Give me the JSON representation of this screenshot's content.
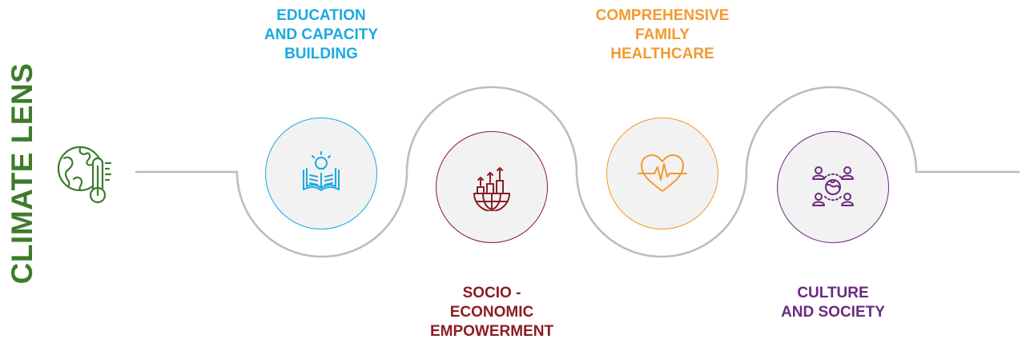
{
  "title": "CLIMATE LENS",
  "colors": {
    "title": "#3e7b2b",
    "track": "#bdbdbd",
    "education": "#1ba9e1",
    "socio": "#8b1d24",
    "health": "#f29a2e",
    "culture": "#6b2a7e"
  },
  "steps": [
    {
      "label": "EDUCATION\nAND CAPACITY\nBUILDING",
      "icon": "open-book-lightbulb-icon"
    },
    {
      "label": "SOCIO -\nECONOMIC\nEMPOWERMENT",
      "icon": "globe-growth-arrows-icon"
    },
    {
      "label": "COMPREHENSIVE\nFAMILY\nHEALTHCARE",
      "icon": "heart-pulse-icon"
    },
    {
      "label": "CULTURE\nAND SOCIETY",
      "icon": "people-around-globe-icon"
    }
  ]
}
